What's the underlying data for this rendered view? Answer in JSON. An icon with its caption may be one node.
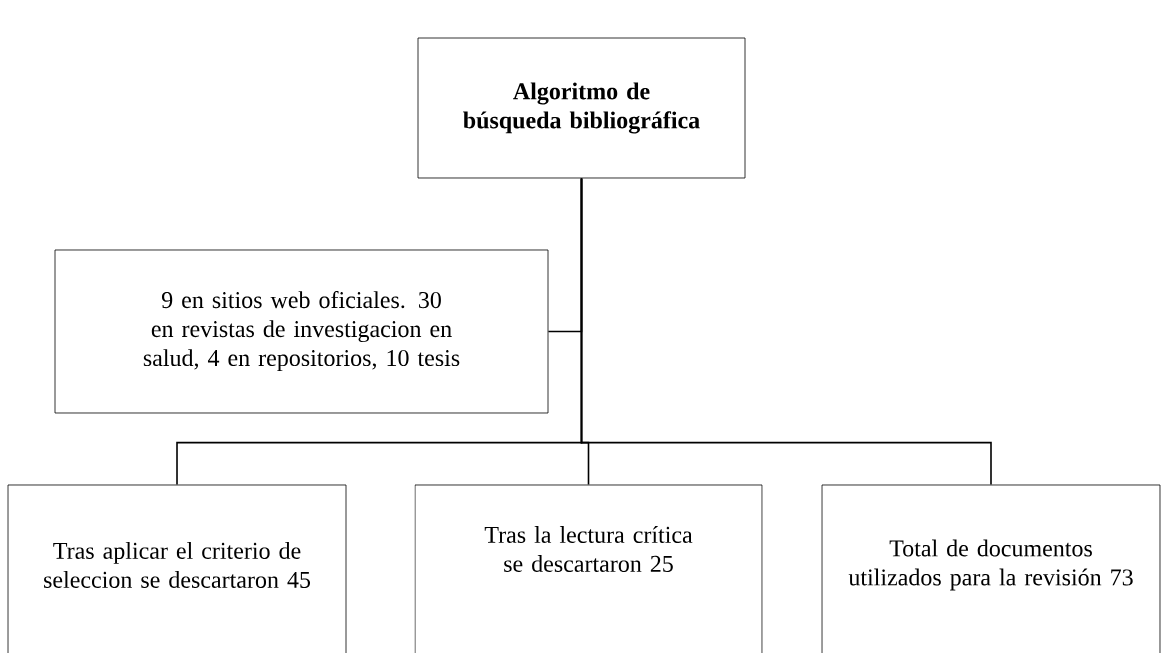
{
  "diagram": {
    "nodes": [
      {
        "text": [
          "Algoritmo de búsqueda bibliográfica"
        ]
      },
      {
        "text": [
          "9 en sitios web oficiales. 30 en revistas de investigacion en salud, 4 en repositorios, 10 tesis"
        ]
      },
      {
        "text": [
          "Tras aplicar el criterio de seleccion se descartaron 45"
        ]
      },
      {
        "text": [
          "Tras la lectura crítica se descartaron 25"
        ]
      },
      {
        "text": [
          "Total de documentos utilizados para la revisión 73"
        ]
      }
    ],
    "edges": [
      {
        "from": 0,
        "to": 1,
        "arrow": "none"
      },
      {
        "from": 0,
        "to": 2,
        "arrow": "none"
      },
      {
        "from": 0,
        "to": 3,
        "arrow": "none"
      },
      {
        "from": 0,
        "to": 4,
        "arrow": "none"
      }
    ]
  }
}
